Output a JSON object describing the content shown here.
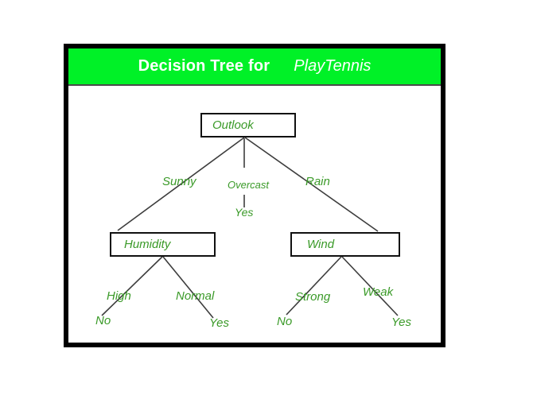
{
  "header": {
    "title": "Decision Tree for",
    "subject": "PlayTennis"
  },
  "colors": {
    "header_background": "#00F127",
    "header_text": "#FFFFFF",
    "label_text": "#3A9A28",
    "line_color": "#3D3D3D"
  },
  "tree": {
    "root_node": "Outlook",
    "branch_sunny": "Sunny",
    "branch_overcast": "Overcast",
    "branch_rain": "Rain",
    "overcast_leaf": "Yes",
    "left_node": "Humidity",
    "branch_high": "High",
    "branch_normal": "Normal",
    "high_leaf": "No",
    "normal_leaf": "Yes",
    "right_node": "Wind",
    "branch_strong": "Strong",
    "branch_weak": "Weak",
    "strong_leaf": "No",
    "weak_leaf": "Yes"
  }
}
